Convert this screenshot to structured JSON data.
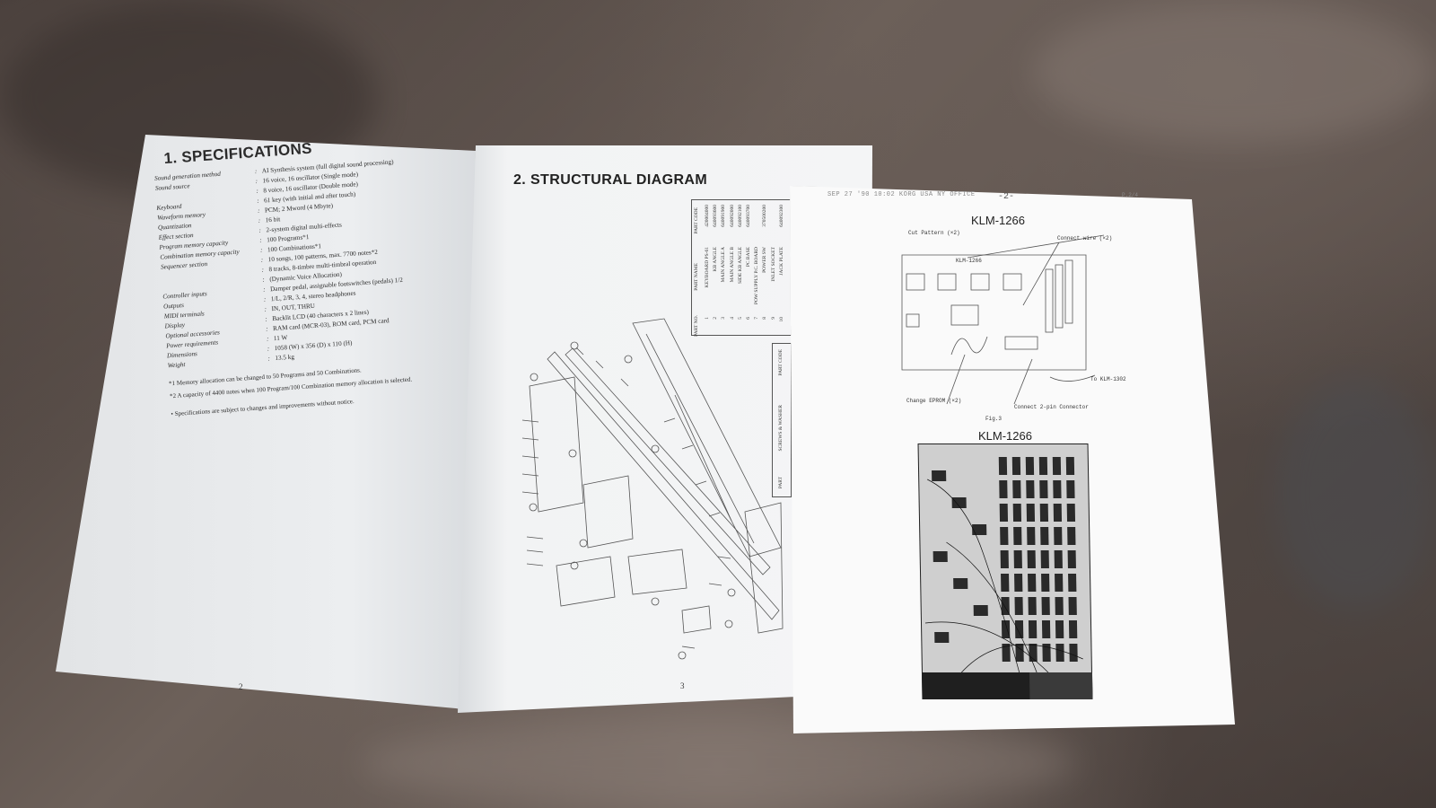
{
  "left_page": {
    "title": "1. SPECIFICATIONS",
    "specs": [
      {
        "label": "Sound generation method",
        "value": "AI Synthesis system (full digital sound processing)"
      },
      {
        "label": "Sound source",
        "value": "16 voice, 16 oscillator (Single mode)"
      },
      {
        "label": "",
        "value": "8 voice, 16 oscillator (Double mode)"
      },
      {
        "label": "Keyboard",
        "value": "61 key (with initial and after touch)"
      },
      {
        "label": "Waveform memory",
        "value": "PCM; 2 Mword (4 Mbyte)"
      },
      {
        "label": "Quantization",
        "value": "16 bit"
      },
      {
        "label": "Effect section",
        "value": "2-system digital multi-effects"
      },
      {
        "label": "Program memory capacity",
        "value": "100 Programs*1"
      },
      {
        "label": "Combination memory capacity",
        "value": "100 Combinations*1"
      },
      {
        "label": "Sequencer section",
        "value": "10 songs, 100 patterns, max. 7700 notes*2"
      },
      {
        "label": "",
        "value": "8 tracks, 8-timbre multi-timbral operation"
      },
      {
        "label": "",
        "value": "(Dynamic Voice Allocation)"
      },
      {
        "label": "Controller inputs",
        "value": "Damper pedal, assignable footswitches (pedals) 1/2"
      },
      {
        "label": "Outputs",
        "value": "1/L, 2/R, 3, 4, stereo headphones"
      },
      {
        "label": "MIDI terminals",
        "value": "IN, OUT, THRU"
      },
      {
        "label": "Display",
        "value": "Backlit LCD (40 characters x 2 lines)"
      },
      {
        "label": "Optional accessories",
        "value": "RAM card (MCR-03), ROM card, PCM card"
      },
      {
        "label": "Power requirements",
        "value": "11 W"
      },
      {
        "label": "Dimensions",
        "value": "1058 (W) x 356 (D) x 110 (H)"
      },
      {
        "label": "Weight",
        "value": "13.5 kg"
      }
    ],
    "notes": [
      "*1 Memory allocation can be changed to 50 Programs and 50 Combinations.",
      "*2 A capacity of 4400 notes when 100 Program/100 Combination memory allocation is selected.",
      "• Specifications are subject to changes and improvements without notice."
    ],
    "page_number": "2"
  },
  "middle_page": {
    "title": "2. STRUCTURAL DIAGRAM",
    "table_headers": [
      "PART NO.",
      "PART NAME",
      "PART CODE"
    ],
    "parts": [
      {
        "no": "1",
        "name": "KEYBOARD PS-61",
        "code": "420004000"
      },
      {
        "no": "2",
        "name": "KB ANGLE",
        "code": "640093600"
      },
      {
        "no": "3",
        "name": "MAIN ANGLE A",
        "code": "640091900"
      },
      {
        "no": "4",
        "name": "MAIN ANGLE B",
        "code": "640092000"
      },
      {
        "no": "5",
        "name": "SIDE KB ANGLE",
        "code": "640092100"
      },
      {
        "no": "6",
        "name": "PC BASE",
        "code": "640093700"
      },
      {
        "no": "7",
        "name": "POW SUPPLY P.C. BOARD",
        "code": ""
      },
      {
        "no": "8",
        "name": "POWER SW",
        "code": "370500200"
      },
      {
        "no": "9",
        "name": "INLET SOCKET",
        "code": ""
      },
      {
        "no": "10",
        "name": "JACK PLATE",
        "code": "640092300"
      }
    ],
    "table2_headers": [
      "PART",
      "SCREWS & WASHER",
      "PART CODE"
    ],
    "page_number": "3"
  },
  "right_sheet": {
    "fax_header": "SEP 27 '90 10:02 KORG USA NY OFFICE",
    "fax_number": "-2-",
    "fax_page": "P.2/4",
    "board_title_1": "KLM-1266",
    "board_title_2": "KLM-1266",
    "board_label": "KLM-1266",
    "callouts": {
      "cut_pattern": "Cut Pattern (×2)",
      "connect_wire": "Connect wire (×2)",
      "change_eprom": "Change EPROM (×2)",
      "to_klm": "To KLM-1302",
      "connect_pin": "Connect 2-pin Connector",
      "fig": "Fig.3"
    }
  }
}
